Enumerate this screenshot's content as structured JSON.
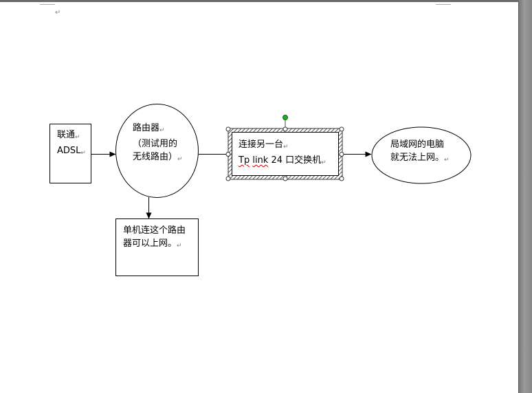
{
  "nodes": {
    "liantong": {
      "line1": "联通",
      "line2": "ADSL"
    },
    "router": {
      "line1": "路由器",
      "line2": "（测试用的",
      "line3": "无线路由）"
    },
    "single_pc": {
      "line1": "单机连这个路由",
      "line2": "器可以上网。"
    },
    "switch": {
      "line1": "连接另一台",
      "line2_a": "Tp",
      "line2_b": "link",
      "line2_c": "24 口交换机"
    },
    "lan": {
      "line1": "局域网的电脑",
      "line2": "就无法上网。"
    }
  },
  "paragraph_mark": "↵",
  "colors": {
    "handle": "#22aa22",
    "stroke": "#000000",
    "hatch": "#555555",
    "spell": "#d00000"
  }
}
